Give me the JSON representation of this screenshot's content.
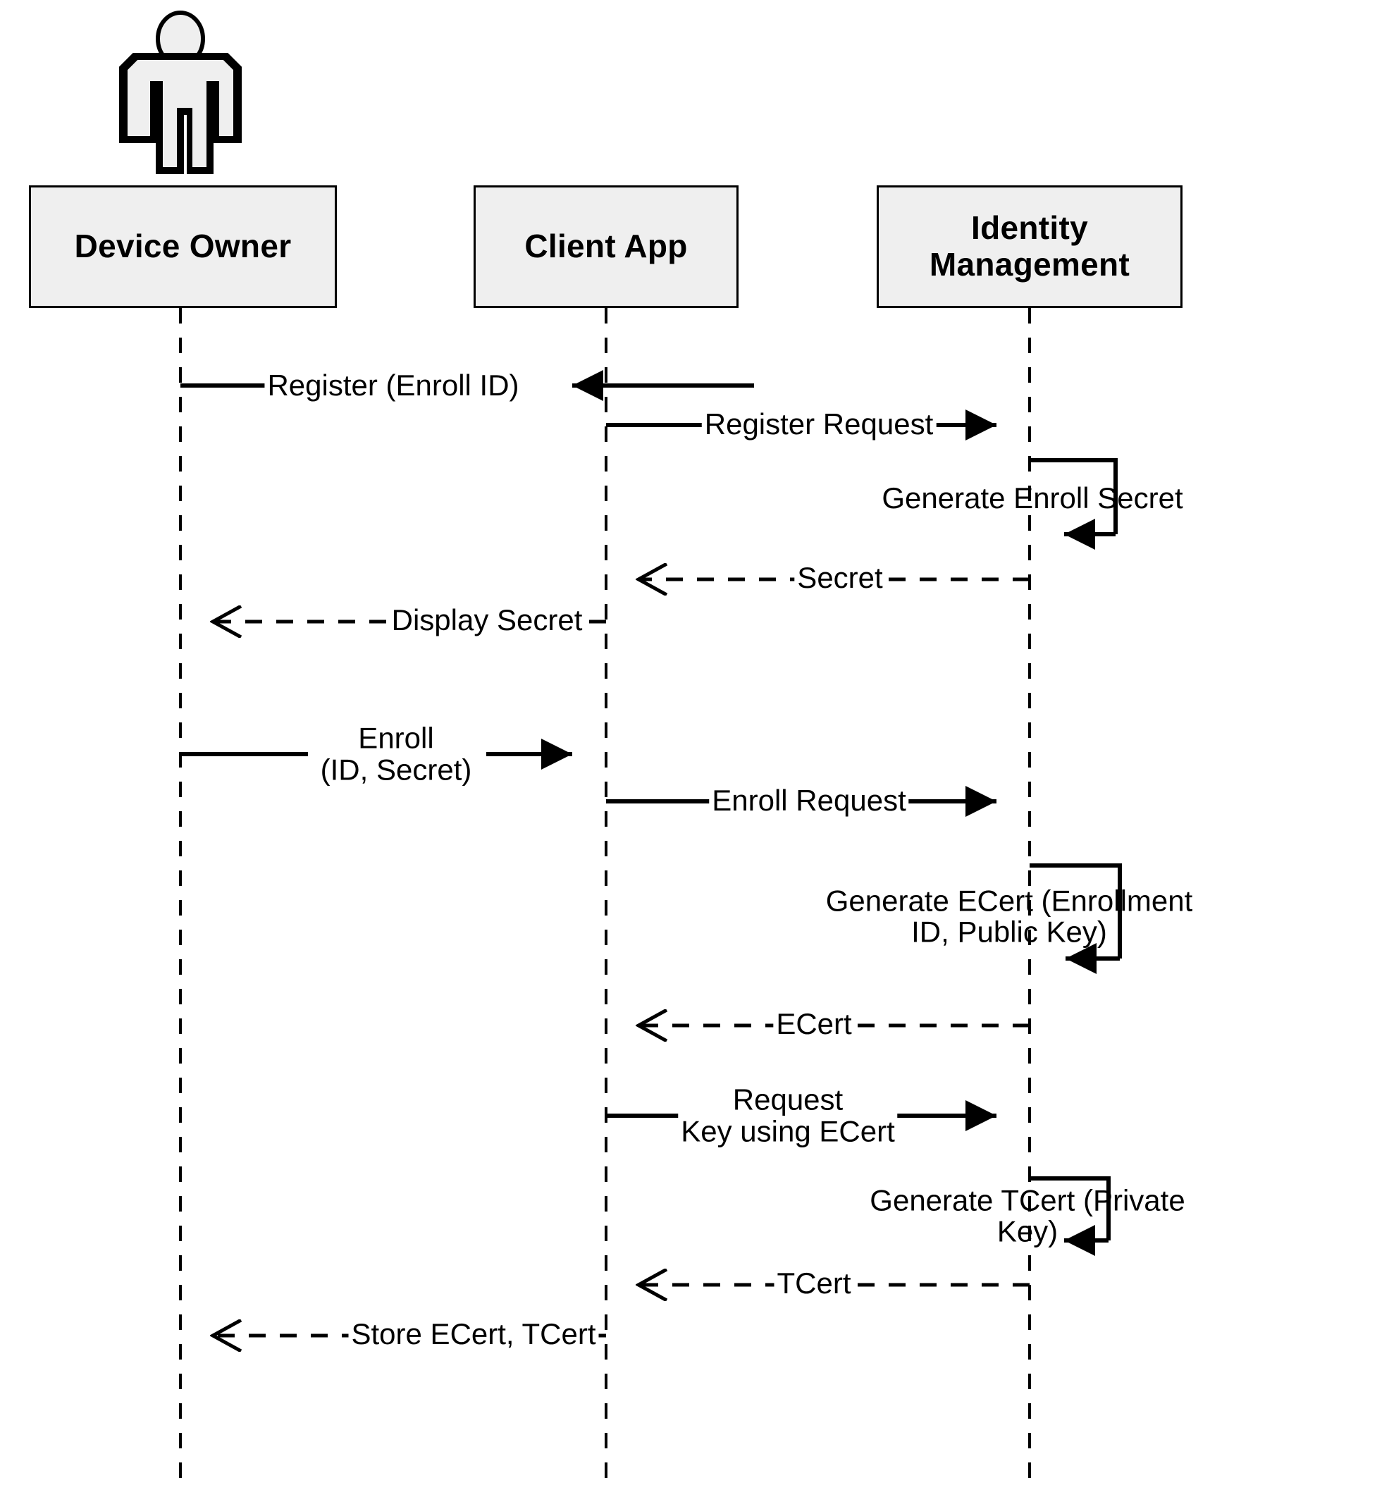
{
  "diagram": {
    "type": "uml-sequence-diagram",
    "title": "Device enrollment sequence",
    "colors": {
      "lifeline_fill": "#efefef",
      "stroke": "#000000",
      "background": "#ffffff"
    }
  },
  "actors": [
    {
      "id": "device-owner",
      "label": "Device Owner",
      "has_stick_figure": true
    },
    {
      "id": "client-app",
      "label": "Client App",
      "has_stick_figure": false
    },
    {
      "id": "identity-management",
      "label": "Identity\nManagement",
      "has_stick_figure": false
    }
  ],
  "messages": [
    {
      "index": 1,
      "label": "Register (Enroll ID)",
      "from": "device-owner",
      "to": "client-app",
      "style": "solid",
      "arrowhead": "filled",
      "kind": "call"
    },
    {
      "index": 2,
      "label": "Register Request",
      "from": "client-app",
      "to": "identity-management",
      "style": "solid",
      "arrowhead": "filled",
      "kind": "call"
    },
    {
      "index": 3,
      "label": "Generate Enroll Secret",
      "from": "identity-management",
      "to": "identity-management",
      "style": "solid",
      "arrowhead": "filled",
      "kind": "self"
    },
    {
      "index": 4,
      "label": "Secret",
      "from": "identity-management",
      "to": "client-app",
      "style": "dashed",
      "arrowhead": "open",
      "kind": "return"
    },
    {
      "index": 5,
      "label": "Display Secret",
      "from": "client-app",
      "to": "device-owner",
      "style": "dashed",
      "arrowhead": "open",
      "kind": "return"
    },
    {
      "index": 6,
      "label": "Enroll\n(ID, Secret)",
      "from": "device-owner",
      "to": "client-app",
      "style": "solid",
      "arrowhead": "filled",
      "kind": "call"
    },
    {
      "index": 7,
      "label": "Enroll Request",
      "from": "client-app",
      "to": "identity-management",
      "style": "solid",
      "arrowhead": "filled",
      "kind": "call"
    },
    {
      "index": 8,
      "label": "Generate ECert (Enrollment ID, Public Key)",
      "from": "identity-management",
      "to": "identity-management",
      "style": "solid",
      "arrowhead": "filled",
      "kind": "self"
    },
    {
      "index": 9,
      "label": "ECert",
      "from": "identity-management",
      "to": "client-app",
      "style": "dashed",
      "arrowhead": "open",
      "kind": "return"
    },
    {
      "index": 10,
      "label": "Request\nKey using ECert",
      "from": "client-app",
      "to": "identity-management",
      "style": "solid",
      "arrowhead": "filled",
      "kind": "call"
    },
    {
      "index": 11,
      "label": "Generate TCert (Private Key)",
      "from": "identity-management",
      "to": "identity-management",
      "style": "solid",
      "arrowhead": "filled",
      "kind": "self"
    },
    {
      "index": 12,
      "label": "TCert",
      "from": "identity-management",
      "to": "client-app",
      "style": "dashed",
      "arrowhead": "open",
      "kind": "return"
    },
    {
      "index": 13,
      "label": "Store ECert, TCert",
      "from": "client-app",
      "to": "device-owner",
      "style": "dashed",
      "arrowhead": "open",
      "kind": "return"
    }
  ]
}
